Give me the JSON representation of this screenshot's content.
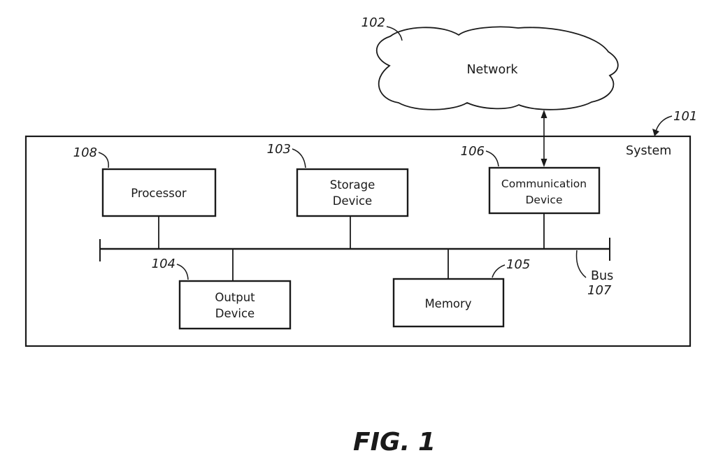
{
  "diagram": {
    "caption": {
      "fig": "FIG.",
      "num": "1"
    },
    "cloud": {
      "ref": "102",
      "label": "Network"
    },
    "system": {
      "ref": "101",
      "label": "System"
    },
    "bus": {
      "ref": "107",
      "label": "Bus"
    },
    "boxes": [
      {
        "id": "processor",
        "ref": "108",
        "lines": [
          "Processor"
        ]
      },
      {
        "id": "storage-device",
        "ref": "103",
        "lines": [
          "Storage",
          "Device"
        ]
      },
      {
        "id": "communication-device",
        "ref": "106",
        "lines": [
          "Communication",
          "Device"
        ]
      },
      {
        "id": "output-device",
        "ref": "104",
        "lines": [
          "Output",
          "Device"
        ]
      },
      {
        "id": "memory",
        "ref": "105",
        "lines": [
          "Memory"
        ]
      }
    ],
    "colors": {
      "ink": "#1a1a1a",
      "background": "#ffffff"
    }
  }
}
